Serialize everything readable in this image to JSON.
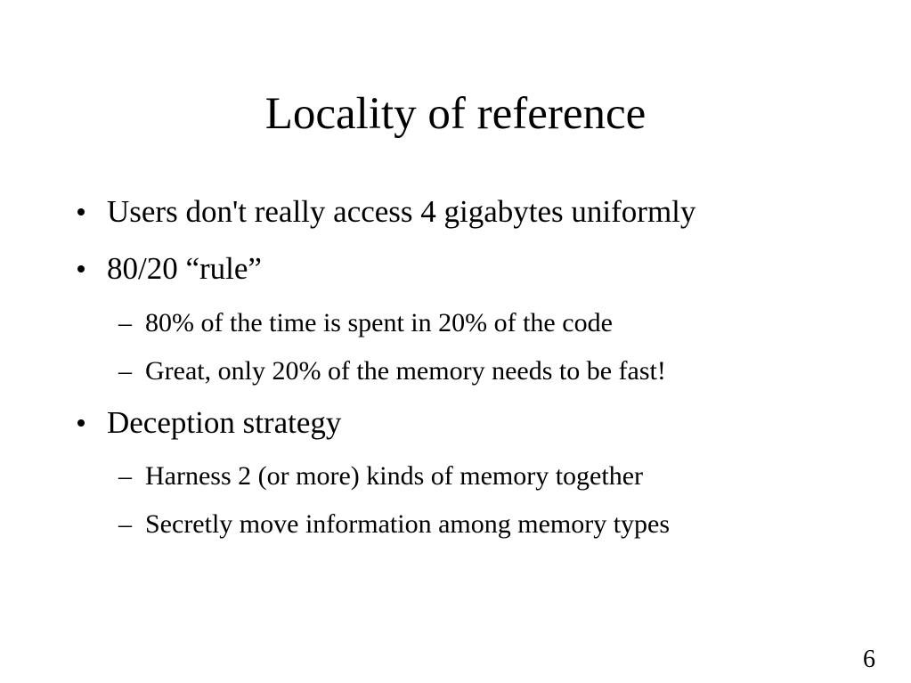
{
  "slide": {
    "title": "Locality of reference",
    "bullets": [
      {
        "text": "Users don't really access 4 gigabytes uniformly"
      },
      {
        "text": "80/20 “rule”"
      },
      {
        "text": "80% of the time is spent in 20% of the code",
        "dash": "–"
      },
      {
        "text": "Great, only 20% of the memory needs to be fast!",
        "dash": "–"
      },
      {
        "text": "Deception strategy"
      },
      {
        "text": "Harness 2 (or more) kinds of memory together",
        "dash": "–"
      },
      {
        "text": "Secretly move information among memory types",
        "dash": "–"
      }
    ],
    "page_number": "6"
  }
}
